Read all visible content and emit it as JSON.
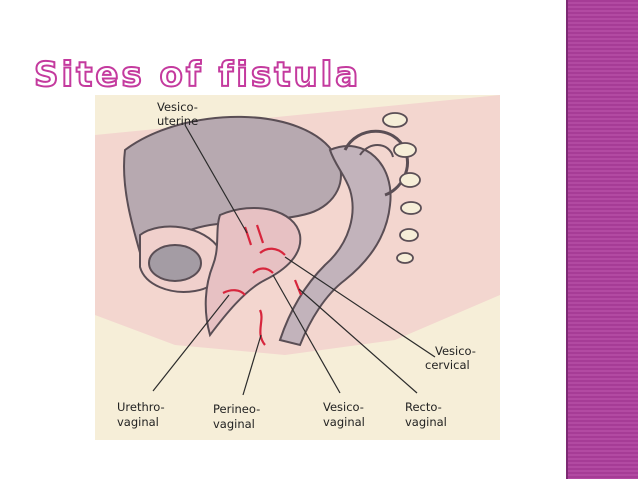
{
  "slide": {
    "title": "Sites of fistula",
    "accent_color": "#a63c96",
    "title_outline_color": "#c43a9e"
  },
  "figure": {
    "labels": {
      "vesico_uterine": [
        "Vesico-",
        "uterine"
      ],
      "vesico_cervical": [
        "Vesico-",
        "cervical"
      ],
      "urethro_vaginal": [
        "Urethro-",
        "vaginal"
      ],
      "perineo_vaginal": [
        "Perineo-",
        "vaginal"
      ],
      "vesico_vaginal": [
        "Vesico-",
        "vaginal"
      ],
      "recto_vaginal": [
        "Recto-",
        "vaginal"
      ]
    }
  }
}
